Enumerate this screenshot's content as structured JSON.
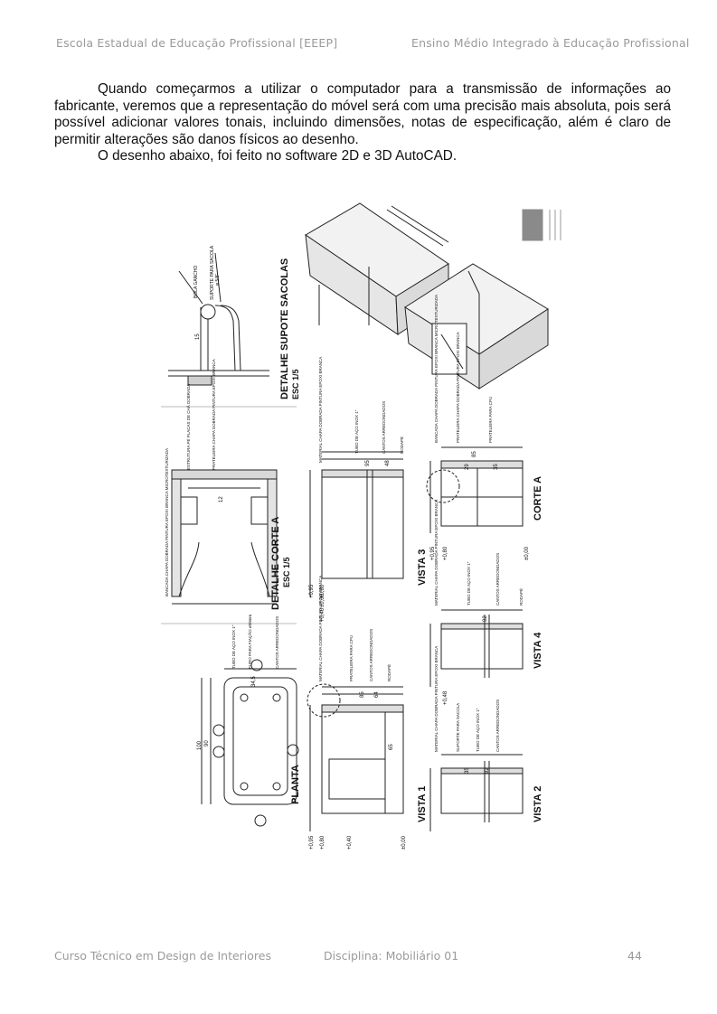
{
  "header": {
    "left": "Escola Estadual de Educação Profissional [EEEP]",
    "right": "Ensino Médio Integrado à Educação Profissional"
  },
  "body": {
    "paragraph_1": "Quando começarmos a utilizar o computador para a transmissão de informações ao fabricante, veremos que a representação do móvel será com uma precisão mais absoluta, pois será possível adicionar valores tonais, incluindo dimensões, notas de especificação, além é claro de permitir alterações são danos físicos ao desenho.",
    "paragraph_2": "O desenho abaixo, foi feito no software 2D e 3D AutoCAD."
  },
  "drawing": {
    "titles": {
      "detalhe_suporte": "DETALHE SUPOTE SACOLAS",
      "detalhe_suporte_scale": "ESC 1/5",
      "detalhe_corte": "DETALHE CORTE A",
      "detalhe_corte_scale": "ESC 1/5",
      "planta": "PLANTA",
      "vista1": "VISTA 1",
      "vista2": "VISTA 2",
      "vista3": "VISTA 3",
      "vista4": "VISTA 4",
      "corte_a": "CORTE A"
    },
    "notes": {
      "bola_gancho": "BOLA GANCHO",
      "suporte_sacola": "SUPORTE PARA SACOLA",
      "phi5": "ø 5/8\"",
      "dim_15": "15",
      "dim_12": "12",
      "bancada": "BANCADA CHAPA DOBRADA PINTURA EPOXI BRANCA MICROTEXTURIZADA",
      "estrutura_pe": "ESTRUTURA PÉ PLACAS DE CHÃ DOBRADA",
      "prateleira": "PRATELEIRA CHAPA DOBRADA PINTURA EPOXI BRANCA",
      "material": "MATERIAL CHAPA DOBRADA PINTURA EPOXI BRANCA",
      "tubo": "TUBO DE AÇO INOX 1\"",
      "cantos": "CANTOS ARREDONDADOS",
      "rodape": "RODAPÉ",
      "prateleira_cpu": "PRATELEIRA PARA CPU",
      "furo": "FURO PARA FIAÇÃO ø50mm",
      "dim_95": "95",
      "dim_48": "48",
      "dim_64": "64",
      "dim_85": "85",
      "dim_35": "35",
      "dim_29": "29",
      "dim_92": "92",
      "dim_100": "100",
      "dim_90": "90",
      "dim_34_5": "34,5",
      "dim_65": "65",
      "lvl_095": "+0,95",
      "lvl_080": "+0,80",
      "lvl_040": "+0,40",
      "lvl_048": "+0,48",
      "lvl_000": "±0,00"
    }
  },
  "footer": {
    "course": "Curso Técnico em Design de Interiores",
    "discipline": "Disciplina:  Mobiliário 01",
    "page": "44"
  }
}
